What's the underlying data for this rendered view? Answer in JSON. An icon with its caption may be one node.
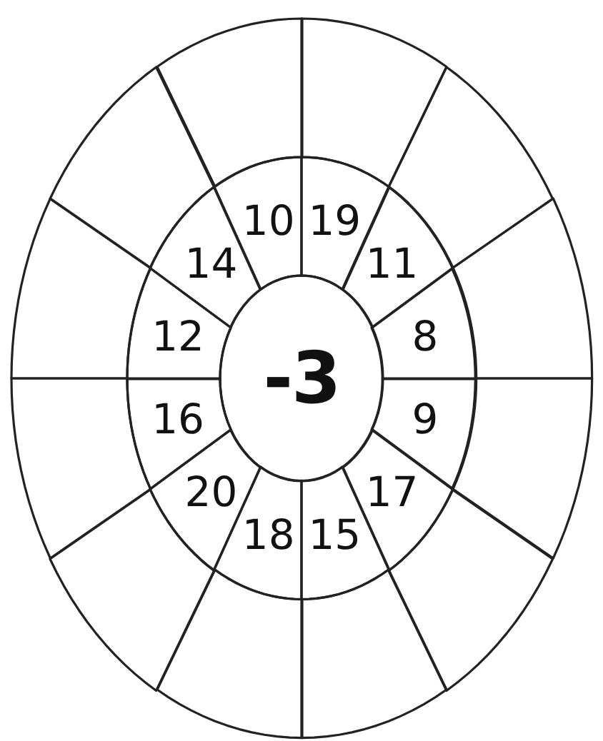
{
  "diagram": {
    "nodes": [
      {
        "text": [
          "-3"
        ]
      },
      {
        "text": [
          "10"
        ]
      },
      {
        "text": [
          "19"
        ]
      },
      {
        "text": [
          "14"
        ]
      },
      {
        "text": [
          "11"
        ]
      },
      {
        "text": [
          "12"
        ]
      },
      {
        "text": [
          "8"
        ]
      },
      {
        "text": [
          "16"
        ]
      },
      {
        "text": [
          "9"
        ]
      },
      {
        "text": [
          "20"
        ]
      },
      {
        "text": [
          "17"
        ]
      },
      {
        "text": [
          "18"
        ]
      },
      {
        "text": [
          "15"
        ]
      },
      {
        "text": [],
        "shape": "sector"
      },
      {
        "text": [],
        "shape": "sector"
      },
      {
        "text": [],
        "shape": "sector"
      },
      {
        "text": [],
        "shape": "sector"
      },
      {
        "text": [],
        "shape": "sector"
      },
      {
        "text": [],
        "shape": "sector"
      },
      {
        "text": [],
        "shape": "sector"
      },
      {
        "text": [],
        "shape": "sector"
      },
      {
        "text": [],
        "shape": "sector"
      },
      {
        "text": [],
        "shape": "sector"
      },
      {
        "text": [],
        "shape": "sector"
      },
      {
        "text": [],
        "shape": "sector"
      }
    ]
  }
}
